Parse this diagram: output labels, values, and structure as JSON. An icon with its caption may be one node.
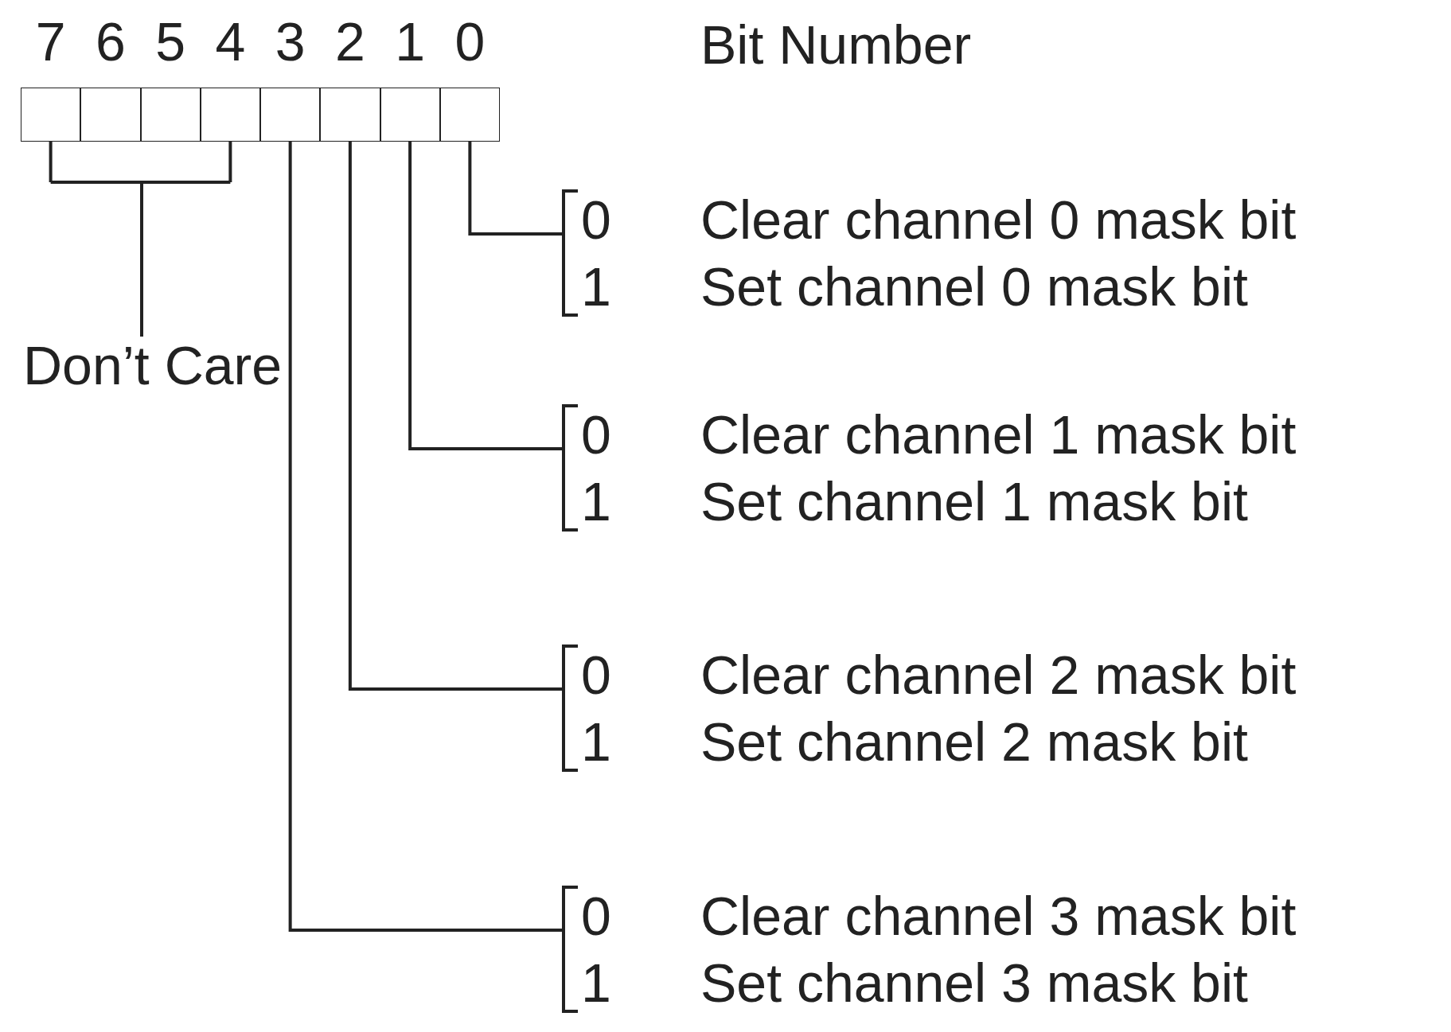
{
  "diagram": {
    "nodes": [
      {
        "text": [
          "7"
        ]
      },
      {
        "text": [
          "6"
        ]
      },
      {
        "text": [
          "5"
        ]
      },
      {
        "text": [
          "4"
        ]
      },
      {
        "text": [
          "3"
        ]
      },
      {
        "text": [
          "2"
        ]
      },
      {
        "text": [
          "1"
        ]
      },
      {
        "text": [
          "0"
        ]
      },
      {
        "text": [
          "Don’t Care"
        ]
      },
      {
        "text": [
          "0",
          "1"
        ],
        "beside": [
          "Clear channel 0 mask bit",
          "Set channel 0 mask bit"
        ]
      },
      {
        "text": [
          "0",
          "1"
        ],
        "beside": [
          "Clear channel 1 mask bit",
          "Set channel 1 mask bit"
        ]
      },
      {
        "text": [
          "0",
          "1"
        ],
        "beside": [
          "Clear channel 2 mask bit",
          "Set channel 2 mask bit"
        ]
      },
      {
        "text": [
          "0",
          "1"
        ],
        "beside": [
          "Clear channel 3 mask bit",
          "Set channel 3 mask bit"
        ]
      }
    ],
    "edges": [
      {
        "from": 0,
        "to": 8,
        "arrow": "none"
      },
      {
        "from": 3,
        "to": 8,
        "arrow": "none"
      },
      {
        "from": 7,
        "to": 9,
        "arrow": "none"
      },
      {
        "from": 6,
        "to": 10,
        "arrow": "none"
      },
      {
        "from": 5,
        "to": 11,
        "arrow": "none"
      },
      {
        "from": 4,
        "to": 12,
        "arrow": "none"
      }
    ],
    "labels": [
      "Bit Number"
    ]
  }
}
